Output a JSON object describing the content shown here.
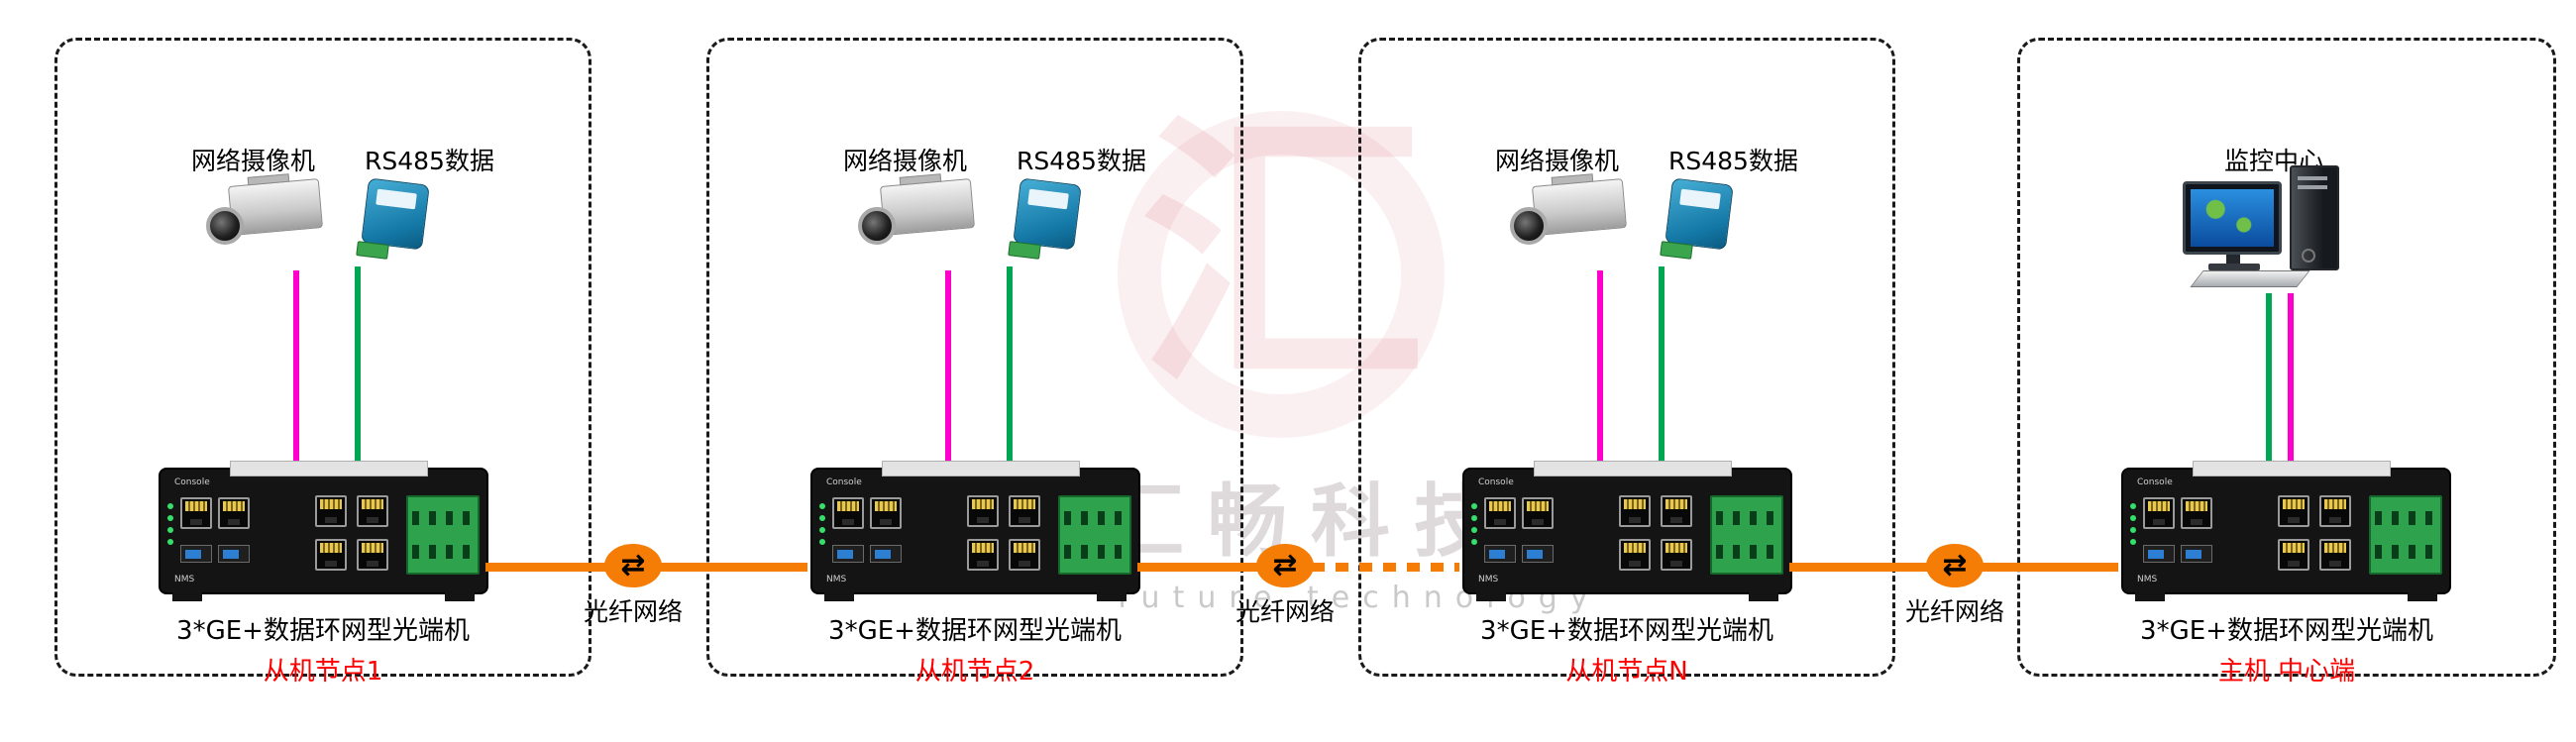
{
  "watermark": {
    "logo_char": "汇",
    "brand_cn": "汇畅科技",
    "brand_en": "future technology"
  },
  "switch_text": {
    "console": "Console",
    "nms": "NMS"
  },
  "fiber_links": [
    {
      "label": "光纤网络"
    },
    {
      "label": "光纤网络"
    },
    {
      "label": "光纤网络"
    }
  ],
  "nodes": [
    {
      "camera_label": "网络摄像机",
      "rs485_label": "RS485数据",
      "device_label": "3*GE+数据环网型光端机",
      "node_label": "从机节点1"
    },
    {
      "camera_label": "网络摄像机",
      "rs485_label": "RS485数据",
      "device_label": "3*GE+数据环网型光端机",
      "node_label": "从机节点2"
    },
    {
      "camera_label": "网络摄像机",
      "rs485_label": "RS485数据",
      "device_label": "3*GE+数据环网型光端机",
      "node_label": "从机节点N"
    },
    {
      "monitor_label": "监控中心",
      "device_label": "3*GE+数据环网型光端机",
      "node_label": "主机 中心端"
    }
  ],
  "colors": {
    "fiber_orange": "#f57d05",
    "camera_cable_magenta": "#ff00cc",
    "rs485_cable_green": "#00a651",
    "node_label_red": "#ff0000"
  }
}
